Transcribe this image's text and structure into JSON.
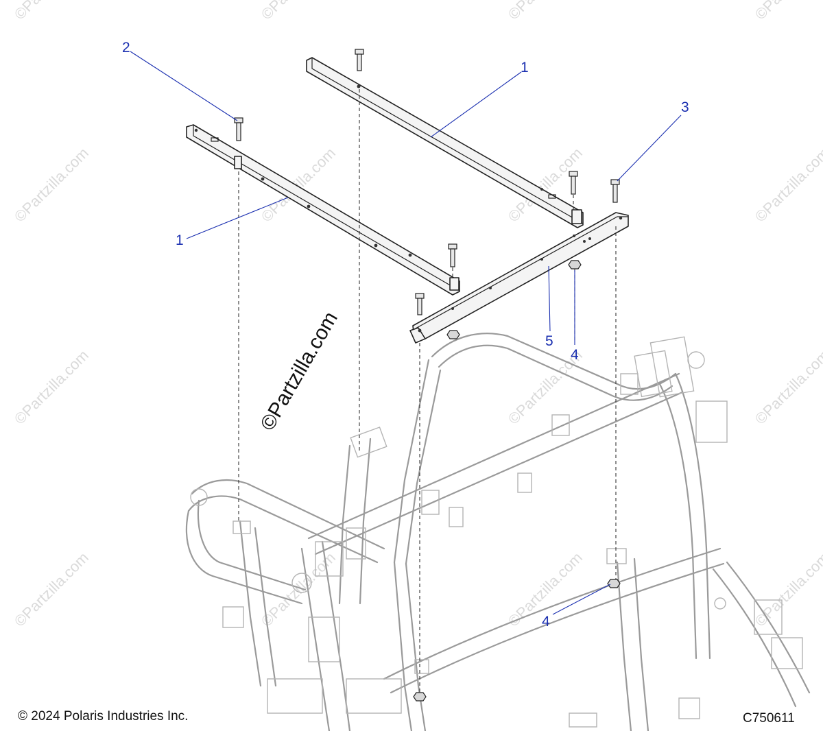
{
  "diagram": {
    "callouts": [
      {
        "id": "c2",
        "label": "2"
      },
      {
        "id": "c1a",
        "label": "1"
      },
      {
        "id": "c3",
        "label": "3"
      },
      {
        "id": "c1b",
        "label": "1"
      },
      {
        "id": "c5",
        "label": "5"
      },
      {
        "id": "c4a",
        "label": "4"
      },
      {
        "id": "c4b",
        "label": "4"
      }
    ],
    "watermark": "©Partzilla.com",
    "copyright": "© 2024 Polaris Industries Inc.",
    "figure_code": "C750611"
  }
}
